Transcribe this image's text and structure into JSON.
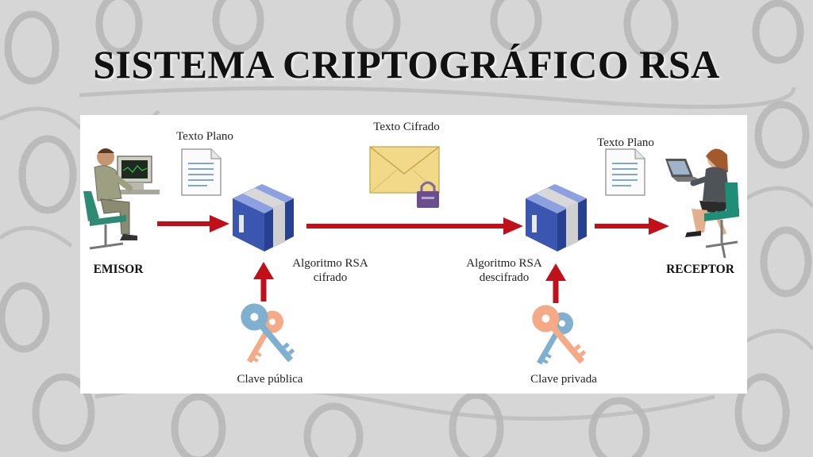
{
  "title": "SISTEMA CRIPTOGRÁFICO RSA",
  "diagram": {
    "sender_label": "EMISOR",
    "receiver_label": "RECEPTOR",
    "plain_text_left": "Texto Plano",
    "plain_text_right": "Texto Plano",
    "cipher_text": "Texto Cifrado",
    "encrypt_line1": "Algoritmo RSA",
    "encrypt_line2": "cifrado",
    "decrypt_line1": "Algoritmo RSA",
    "decrypt_line2": "descifrado",
    "public_key": "Clave pública",
    "private_key": "Clave privada"
  },
  "colors": {
    "arrow": "#c0101a",
    "cube": "#3b56b0",
    "envelope": "#f2d98a",
    "lock": "#6a4f8c",
    "public_key": "#7fb0cf",
    "private_key": "#f4a987"
  }
}
